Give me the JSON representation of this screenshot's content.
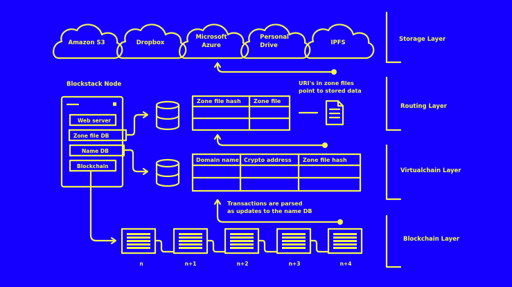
{
  "colors": {
    "background": "#1500ff",
    "ink": "#f3f64e"
  },
  "storage": [
    {
      "lines": [
        "Amazon S3"
      ]
    },
    {
      "lines": [
        "Dropbox"
      ]
    },
    {
      "lines": [
        "Microsoft",
        "Azure"
      ]
    },
    {
      "lines": [
        "Personal",
        "Drive"
      ]
    },
    {
      "lines": [
        "IPFS"
      ]
    }
  ],
  "layers": [
    "Storage Layer",
    "Routing Layer",
    "Virtualchain Layer",
    "Blockchain Layer"
  ],
  "node": {
    "title": "Blockstack Node",
    "items": [
      "Web server",
      "Zone file DB",
      "Name DB",
      "Blockchain"
    ]
  },
  "zone_table": {
    "headers": [
      "Zone file hash",
      "Zone file"
    ]
  },
  "name_table": {
    "headers": [
      "Domain name",
      "Crypto address",
      "Zone file hash"
    ]
  },
  "notes": {
    "uri_line1": "URI's in zone files",
    "uri_line2": "point to stored data",
    "tx_line1": "Transactions are parsed",
    "tx_line2": "as updates to the name DB"
  },
  "blocks": [
    "n",
    "n+1",
    "n+2",
    "n+3",
    "n+4"
  ],
  "icons": [
    "cloud-icon",
    "database-icon",
    "document-icon",
    "block-icon"
  ]
}
